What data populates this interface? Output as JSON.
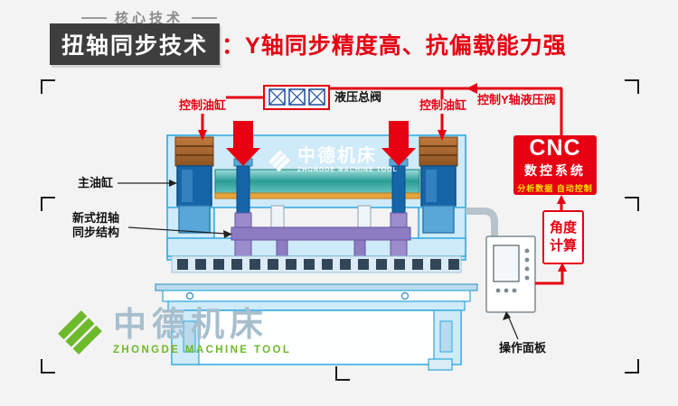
{
  "header": {
    "tag": "核心技术",
    "title": "扭轴同步技术",
    "subtitle": "：Y轴同步精度高、抗偏载能力强"
  },
  "diagram": {
    "labels": {
      "control_cylinder_left": "控制油缸",
      "control_cylinder_right": "控制油缸",
      "hydraulic_main_valve": "液压总阀",
      "control_y_valve": "控制Y轴液压阀",
      "main_cylinder": "主油缸",
      "torsion_structure_line1": "新式扭轴",
      "torsion_structure_line2": "同步结构",
      "operation_panel": "操作面板",
      "angle_calc_line1": "角度",
      "angle_calc_line2": "计算"
    },
    "cnc": {
      "title": "CNC",
      "subtitle": "数控系统",
      "caption": "分析数据 自动控制"
    }
  },
  "watermark": {
    "name": "中德机床",
    "name_en": "ZHONGDE MACHINE TOOL"
  },
  "logo": {
    "name": "中德机床",
    "name_en": "ZHONGDE MACHINE TOOL"
  },
  "icons": {
    "hydraulic_valve": "hydraulic-valve-icon",
    "brand_diamond": "diamond-logo-icon",
    "press_arrow": "press-down-arrow-icon"
  },
  "colors": {
    "accent_red": "#e60012",
    "cnc_yellow": "#ffe100",
    "machine_fill": "#cfeaf8",
    "machine_outline": "#2ea9e0",
    "teal_beam": "#2a9d96",
    "purple_shaft": "#8e7cc3",
    "logo_green": "#6fb92c",
    "logo_text": "#a7bfcd",
    "title_box": "#3e3e3e"
  }
}
